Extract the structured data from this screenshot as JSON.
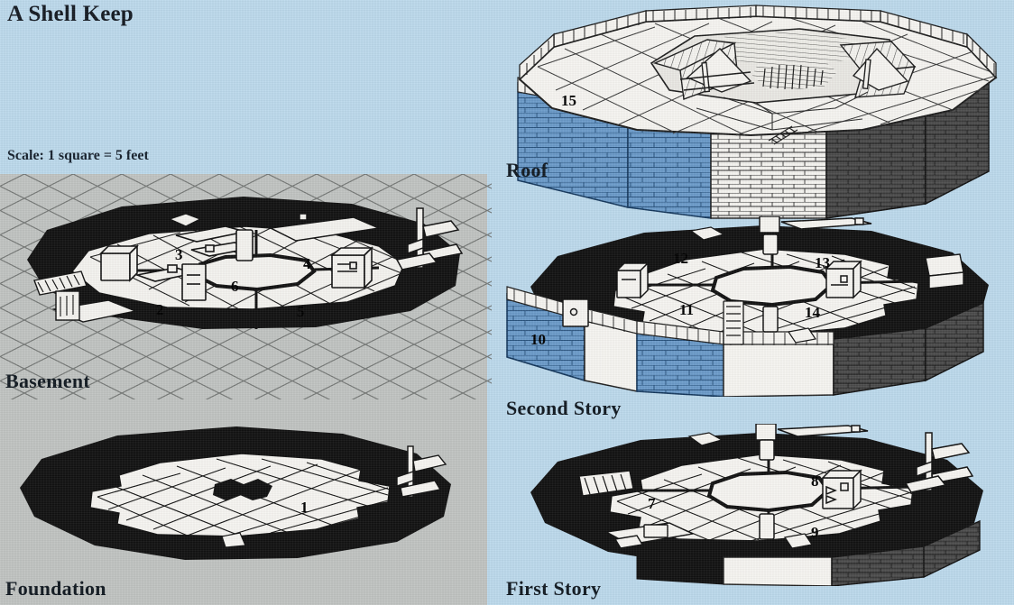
{
  "page": {
    "title": "A Shell Keep",
    "scale_note": "Scale: 1 square = 5 feet",
    "background_color": "#bcd9ec",
    "panel_color": "#c0c3c1",
    "ink_color": "#000000",
    "stone_blue": "#4f7fb5"
  },
  "levels": [
    {
      "id": "basement",
      "label": "Basement",
      "rooms": [
        {
          "number": "2"
        },
        {
          "number": "3"
        },
        {
          "number": "4"
        },
        {
          "number": "5"
        },
        {
          "number": "6"
        }
      ]
    },
    {
      "id": "foundation",
      "label": "Foundation",
      "rooms": [
        {
          "number": "1"
        }
      ]
    },
    {
      "id": "roof",
      "label": "Roof",
      "rooms": [
        {
          "number": "15"
        }
      ]
    },
    {
      "id": "second-story",
      "label": "Second Story",
      "rooms": [
        {
          "number": "10"
        },
        {
          "number": "11"
        },
        {
          "number": "12"
        },
        {
          "number": "13"
        },
        {
          "number": "14"
        }
      ]
    },
    {
      "id": "first-story",
      "label": "First Story",
      "rooms": [
        {
          "number": "7"
        },
        {
          "number": "8"
        },
        {
          "number": "9"
        }
      ]
    }
  ],
  "numbers": {
    "n1": "1",
    "n2": "2",
    "n3": "3",
    "n4": "4",
    "n5": "5",
    "n6": "6",
    "n7": "7",
    "n8": "8",
    "n9": "9",
    "n10": "10",
    "n11": "11",
    "n12": "12",
    "n13": "13",
    "n14": "14",
    "n15": "15"
  }
}
